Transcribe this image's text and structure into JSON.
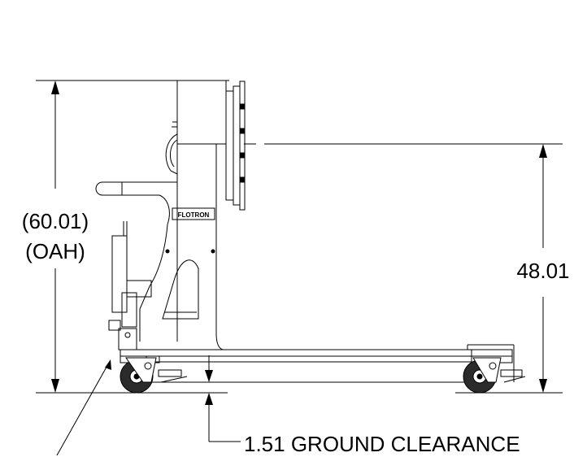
{
  "dimensions": {
    "overall_height_value": "(60.01)",
    "overall_height_label": "(OAH)",
    "table_height": "48.01",
    "ground_clearance": "1.51 GROUND CLEARANCE"
  },
  "logo": {
    "text": "FLOTRON"
  },
  "colors": {
    "line": "#000000",
    "wheel": "#2b2b2b",
    "background": "#ffffff"
  }
}
